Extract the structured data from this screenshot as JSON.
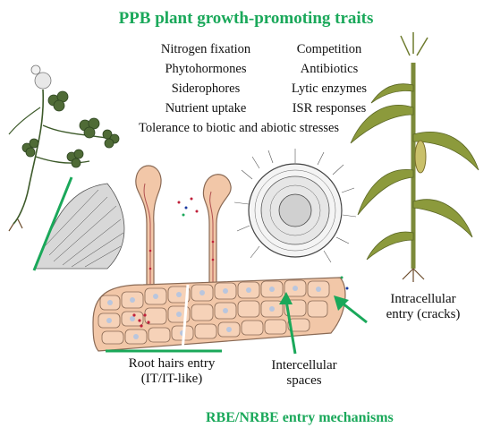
{
  "title": "PPB plant growth-promoting traits",
  "traits_left": [
    "Nitrogen fixation",
    "Phytohormones",
    "Siderophores",
    "Nutrient uptake"
  ],
  "traits_right": [
    "Competition",
    "Antibiotics",
    "Lytic enzymes",
    "ISR responses"
  ],
  "tolerance": "Tolerance to biotic and abiotic stresses",
  "labels": {
    "root_hairs_line1": "Root hairs entry",
    "root_hairs_line2": "(IT/IT-like)",
    "intercellular_line1": "Intercellular",
    "intercellular_line2": "spaces",
    "intracellular_line1": "Intracellular",
    "intracellular_line2": "entry (cracks)"
  },
  "footer": "RBE/NRBE entry mechanisms",
  "colors": {
    "accent_green": "#1aa85a",
    "cell_fill": "#f2c7a8",
    "cell_stroke": "#8a6a55",
    "dot_red": "#c0203a"
  }
}
